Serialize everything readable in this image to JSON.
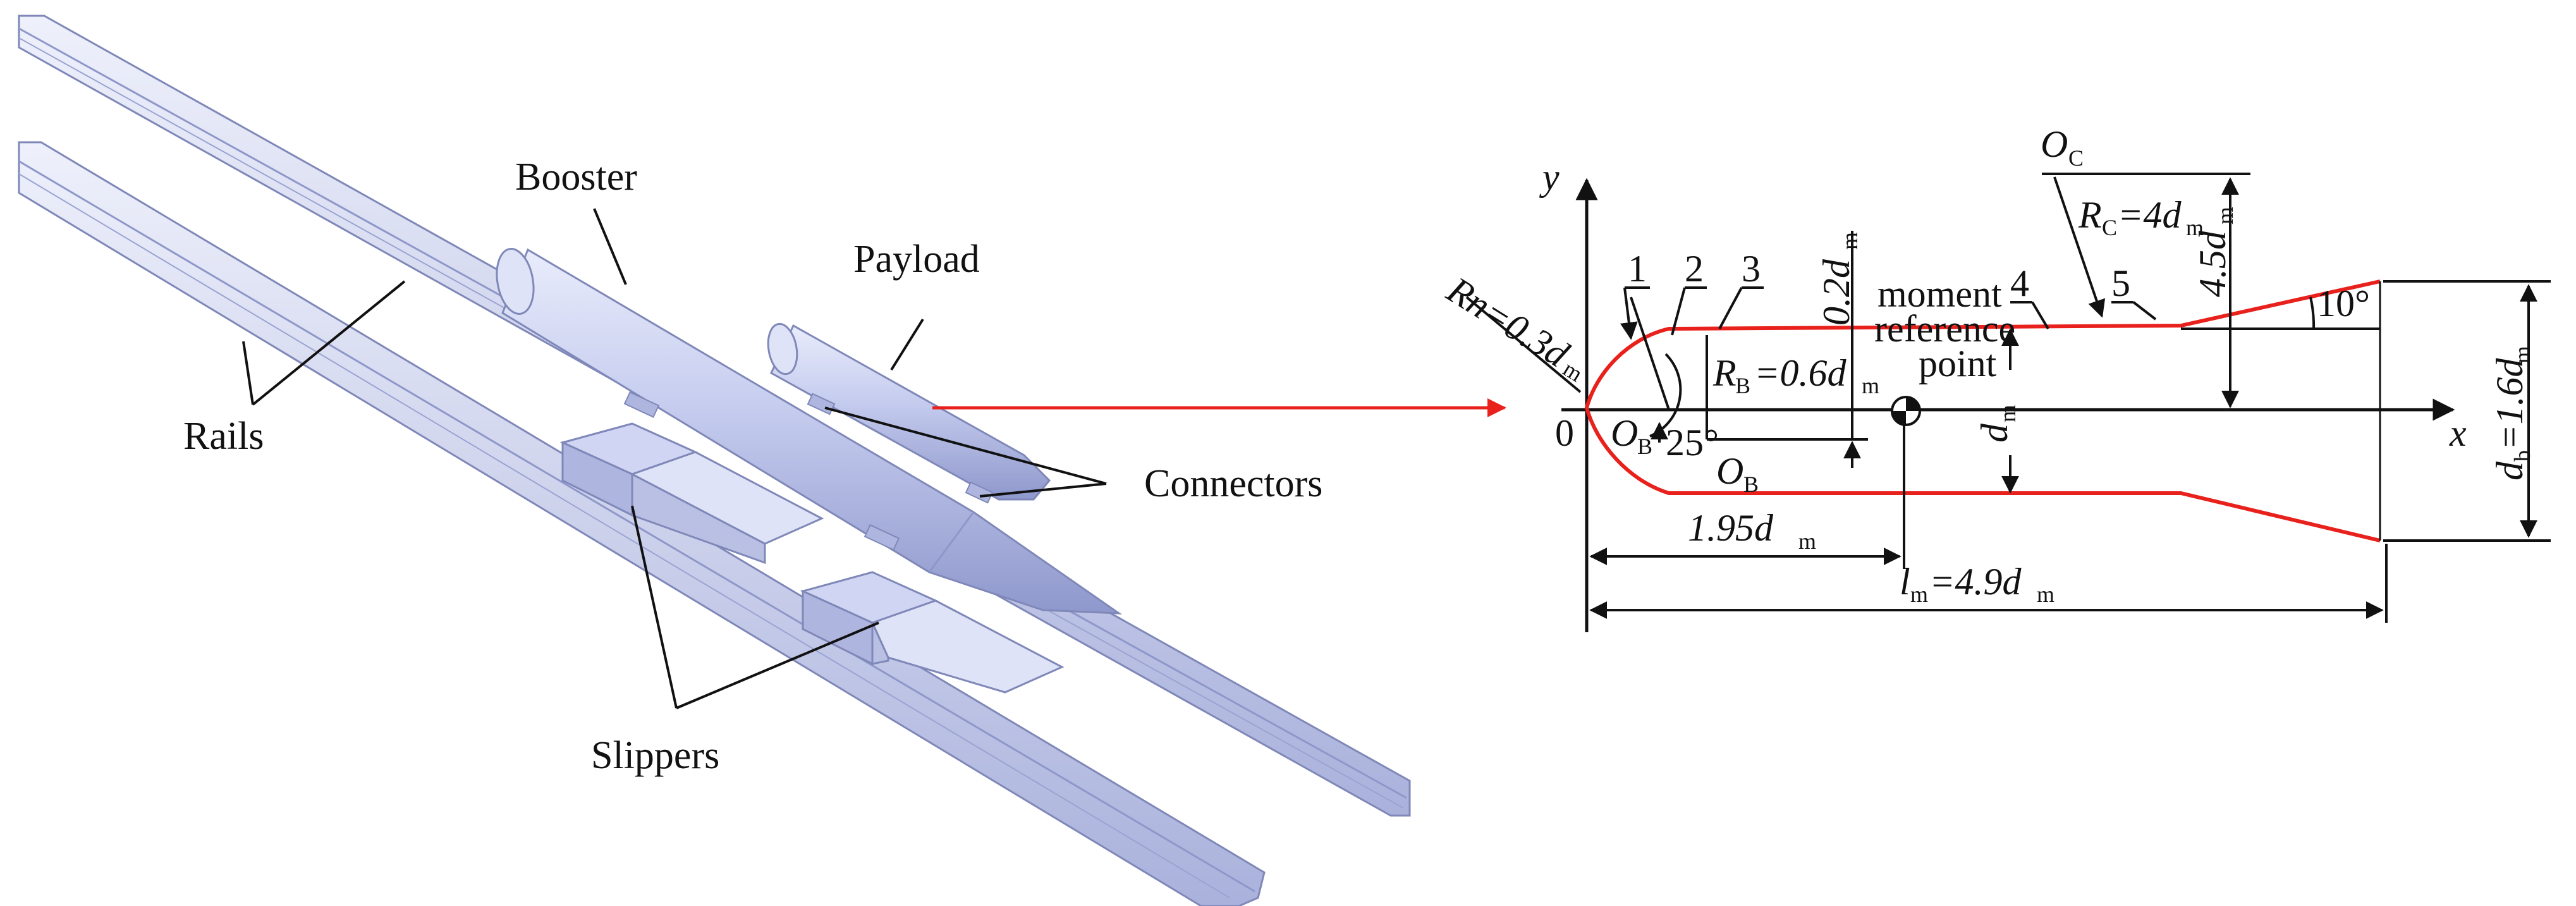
{
  "left_panel": {
    "labels": {
      "booster": "Booster",
      "payload": "Payload",
      "rails": "Rails",
      "connectors": "Connectors",
      "slippers": "Slippers"
    }
  },
  "right_panel": {
    "axes": {
      "y": "y",
      "x": "x",
      "origin": "0"
    },
    "section_numbers": [
      "1",
      "2",
      "3",
      "4",
      "5"
    ],
    "nose_radius": "Rn=0.3d",
    "nose_radius_sub": "m",
    "ob": "O",
    "ob_sub": "B",
    "angle_25": "25°",
    "rb_r": "R",
    "rb_sub": "B",
    "rb_rest": "=0.6d",
    "rb_sub2": "m",
    "shift_02": "0.2d",
    "shift_02_sub": "m",
    "moment_line1": "moment",
    "moment_line2": "reference",
    "moment_line3": "point",
    "oc": "O",
    "oc_sub": "C",
    "rc_r": "R",
    "rc_sub": "C",
    "rc_rest": "=4d",
    "rc_sub2": "m",
    "d45": "4.5d",
    "d45_sub": "m",
    "angle_10": "10°",
    "dm": "d",
    "dm_sub": "m",
    "db_d": "d",
    "db_sub": "b",
    "db_rest": "=1.6d",
    "db_sub2": "m",
    "x195": "1.95d",
    "x195_sub": "m",
    "lm_l": "l",
    "lm_sub": "m",
    "lm_rest": "=4.9d",
    "lm_sub2": "m"
  },
  "colors": {
    "profile": "#e8211c",
    "arrow": "#e8211c",
    "body_fill": "#c9d0ef",
    "body_dark": "#8e97c9",
    "rail_fill": "#d7dcf3",
    "rail_dark": "#7f88b8"
  }
}
